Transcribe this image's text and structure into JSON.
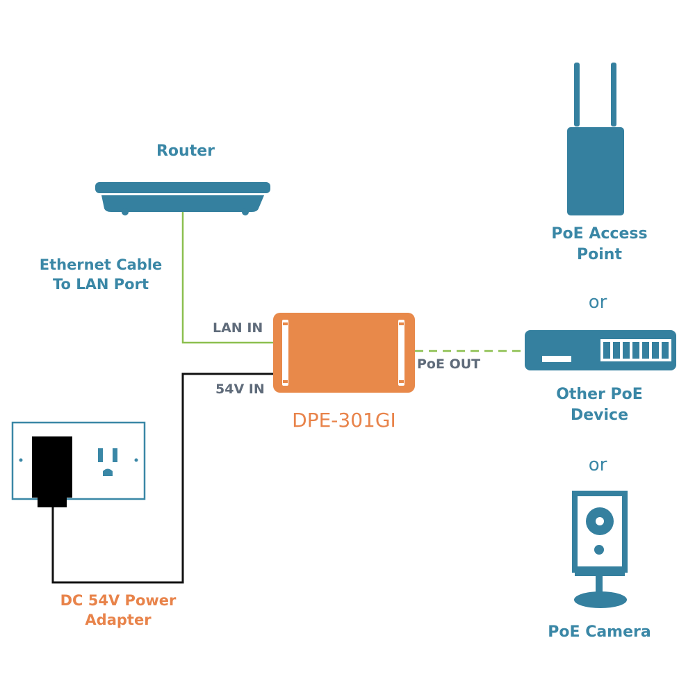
{
  "colors": {
    "device_blue": "#35809f",
    "injector_orange": "#e8894a",
    "ethernet_green": "#8cbf4f",
    "power_black": "#111111",
    "label_blue": "#3a87a6",
    "label_gray": "#5f6b7a",
    "label_orange": "#e8834a"
  },
  "router": {
    "label": "Router"
  },
  "ethernet_cable": {
    "label_line1": "Ethernet Cable",
    "label_line2": "To LAN Port"
  },
  "injector": {
    "model": "DPE-301GI",
    "port_lan_in": "LAN IN",
    "port_power_in": "54V IN",
    "port_poe_out": "PoE OUT"
  },
  "power_adapter": {
    "label_line1": "DC 54V Power",
    "label_line2": "Adapter"
  },
  "devices": {
    "access_point": {
      "label_line1": "PoE Access",
      "label_line2": "Point"
    },
    "separator_1": "or",
    "other_device": {
      "label_line1": "Other PoE",
      "label_line2": "Device"
    },
    "separator_2": "or",
    "camera": {
      "label": "PoE Camera"
    }
  }
}
